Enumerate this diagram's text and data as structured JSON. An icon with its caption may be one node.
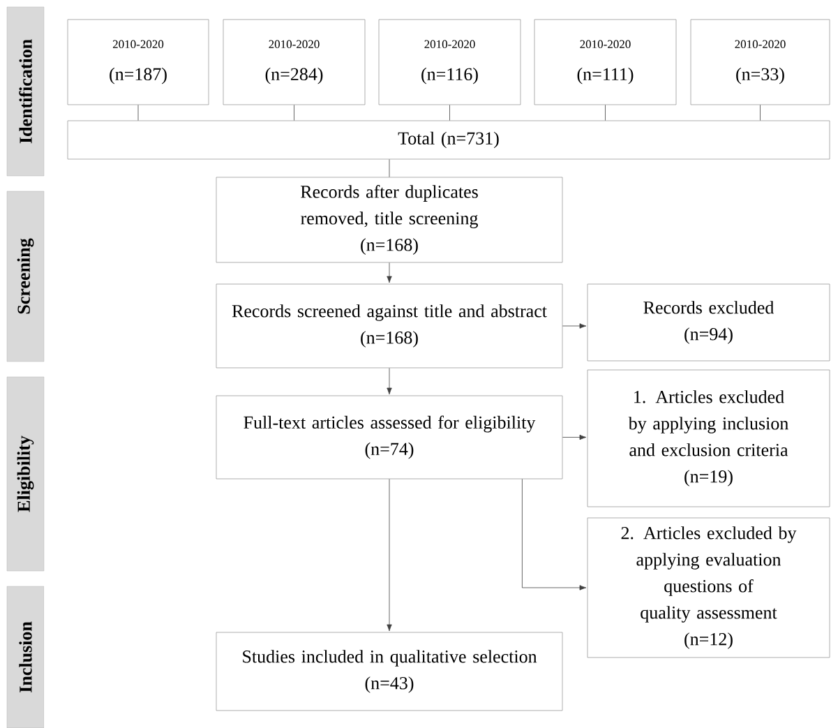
{
  "diagram": {
    "nodes": [
      {
        "text": [
          "Identification"
        ]
      },
      {
        "text": [
          "2010-2020",
          "(n=187)"
        ]
      },
      {
        "text": [
          "2010-2020",
          "(n=284)"
        ]
      },
      {
        "text": [
          "2010-2020",
          "(n=116)"
        ]
      },
      {
        "text": [
          "2010-2020",
          "(n=111)"
        ]
      },
      {
        "text": [
          "2010-2020",
          "(n=33)"
        ]
      },
      {
        "text": [
          "Total (n=731)"
        ]
      },
      {
        "text": [
          "Screening"
        ]
      },
      {
        "text": [
          "Records after duplicates removed, title screening",
          "(n=168)"
        ]
      },
      {
        "text": [
          "Records screened against title and abstract",
          "(n=168)"
        ]
      },
      {
        "text": [
          "Records excluded",
          "(n=94)"
        ]
      },
      {
        "text": [
          "Eligibility"
        ]
      },
      {
        "text": [
          "Full-text articles assessed for eligibility",
          "(n=74)"
        ]
      },
      {
        "text": [
          "1. Articles excluded by applying inclusion and exclusion criteria",
          "(n=19)"
        ]
      },
      {
        "text": [
          "Inclusion"
        ]
      },
      {
        "text": [
          "2. Articles excluded by applying evaluation questions of quality assessment",
          "(n=12)"
        ]
      },
      {
        "text": [
          "Studies included in qualitative selection",
          "(n=43)"
        ]
      }
    ],
    "edges": [
      {
        "from": 1,
        "to": 6,
        "arrow": "none"
      },
      {
        "from": 2,
        "to": 6,
        "arrow": "none"
      },
      {
        "from": 3,
        "to": 6,
        "arrow": "none"
      },
      {
        "from": 4,
        "to": 6,
        "arrow": "none"
      },
      {
        "from": 5,
        "to": 6,
        "arrow": "none"
      },
      {
        "from": 6,
        "to": 8,
        "arrow": "none"
      },
      {
        "from": 8,
        "to": 9,
        "arrow": "to"
      },
      {
        "from": 9,
        "to": 10,
        "arrow": "to"
      },
      {
        "from": 9,
        "to": 12,
        "arrow": "to"
      },
      {
        "from": 12,
        "to": 13,
        "arrow": "to"
      },
      {
        "from": 12,
        "to": 15,
        "arrow": "to"
      },
      {
        "from": 12,
        "to": 16,
        "arrow": "to"
      }
    ]
  }
}
